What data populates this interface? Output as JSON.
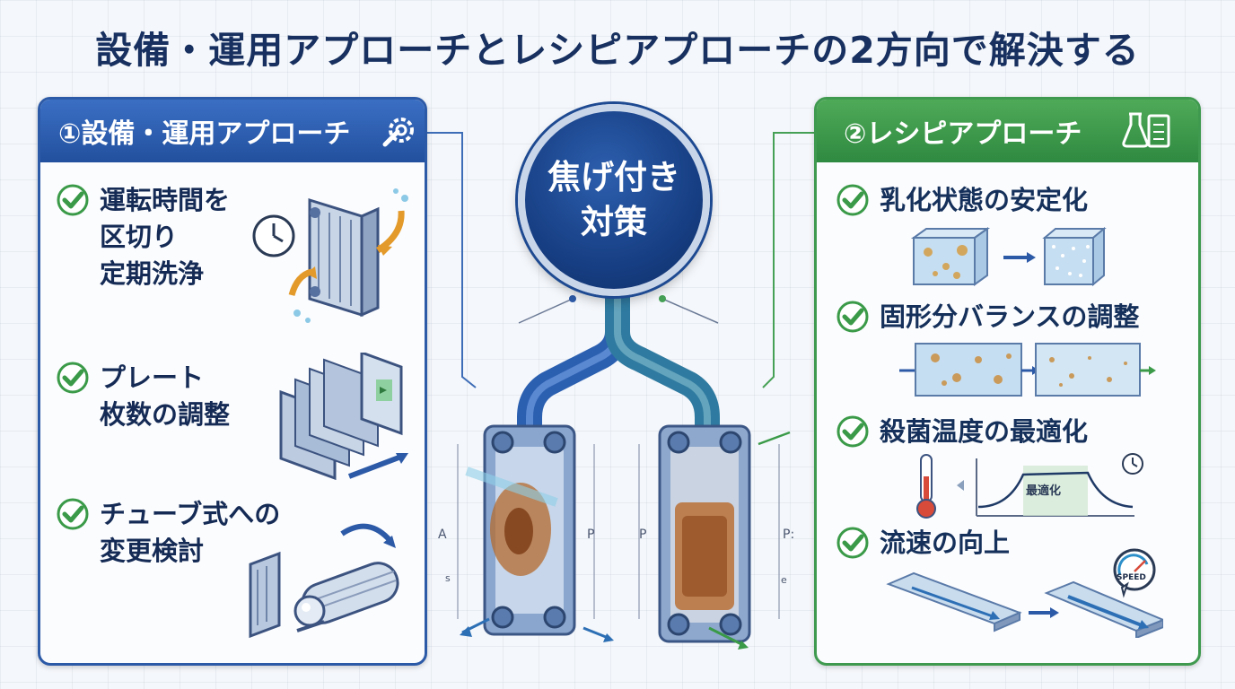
{
  "title": "設備・運用アプローチとレシピアプローチの2方向で解決する",
  "center": {
    "line1": "焦げ付き",
    "line2": "対策"
  },
  "left_panel": {
    "header": "①設備・運用アプローチ",
    "header_icon": "gear-wrench-icon",
    "items": [
      {
        "lines": [
          "運転時間を",
          "区切り",
          "定期洗浄"
        ],
        "illustration": "plate-heat-exchanger-cleaning"
      },
      {
        "lines": [
          "プレート",
          "枚数の調整"
        ],
        "illustration": "plate-stack-adjustment"
      },
      {
        "lines": [
          "チューブ式への",
          "変更検討"
        ],
        "illustration": "tube-heat-exchanger"
      }
    ]
  },
  "right_panel": {
    "header": "②レシピアプローチ",
    "header_icon": "flask-clipboard-icon",
    "items": [
      {
        "lines": [
          "乳化状態の安定化"
        ],
        "illustration": "emulsion-cubes"
      },
      {
        "lines": [
          "固形分バランスの調整"
        ],
        "illustration": "solids-balance-flow"
      },
      {
        "lines": [
          "殺菌温度の最適化"
        ],
        "illustration": "temperature-curve",
        "label": "最適化"
      },
      {
        "lines": [
          "流速の向上"
        ],
        "illustration": "flow-channel-speed",
        "label": "SPEED"
      }
    ]
  },
  "annotations": [
    "A",
    "P",
    "P",
    "P:",
    "s",
    "e"
  ],
  "colors": {
    "title": "#17305f",
    "left_accent": "#2d5aa7",
    "right_accent": "#3f9a4f",
    "check_green": "#3a9a48",
    "center_blue": "#173f84"
  }
}
